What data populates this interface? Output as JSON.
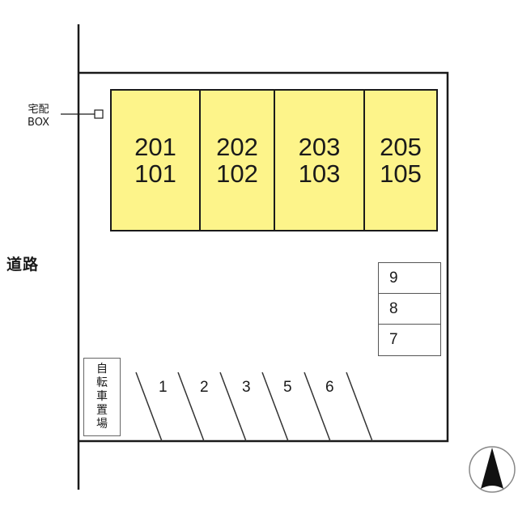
{
  "road_label": "道路",
  "delivery_box": {
    "line1": "宅配",
    "line2": "BOX"
  },
  "building": {
    "fill_color": "#fdf48a",
    "units": [
      {
        "upper": "201",
        "lower": "101"
      },
      {
        "upper": "202",
        "lower": "102"
      },
      {
        "upper": "203",
        "lower": "103"
      },
      {
        "upper": "205",
        "lower": "105"
      }
    ]
  },
  "parking_right": [
    {
      "label": "9"
    },
    {
      "label": "8"
    },
    {
      "label": "7"
    }
  ],
  "parking_bottom": [
    {
      "label": "1"
    },
    {
      "label": "2"
    },
    {
      "label": "3"
    },
    {
      "label": "5"
    },
    {
      "label": "6"
    }
  ],
  "bicycle_parking": {
    "chars": [
      "自",
      "転",
      "車",
      "置",
      "場"
    ]
  },
  "compass": {
    "direction": "north-arrow"
  }
}
